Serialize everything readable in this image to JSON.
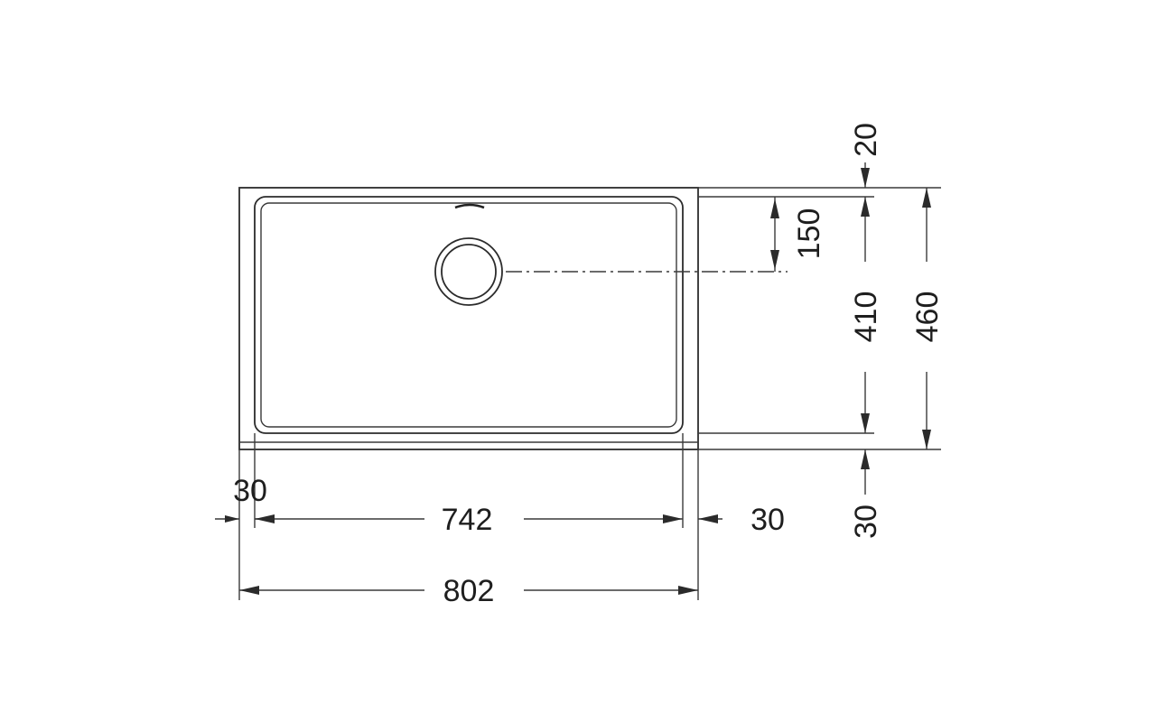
{
  "dimensions": {
    "overall_width": "802",
    "bowl_width": "742",
    "left_margin": "30",
    "right_margin": "30",
    "top_offset": "20",
    "drain_offset": "150",
    "bowl_depth": "410",
    "overall_depth": "460",
    "bottom_margin": "30"
  },
  "colors": {
    "line": "#2b2b2b",
    "text": "#1e1e1e",
    "background": "#ffffff"
  }
}
